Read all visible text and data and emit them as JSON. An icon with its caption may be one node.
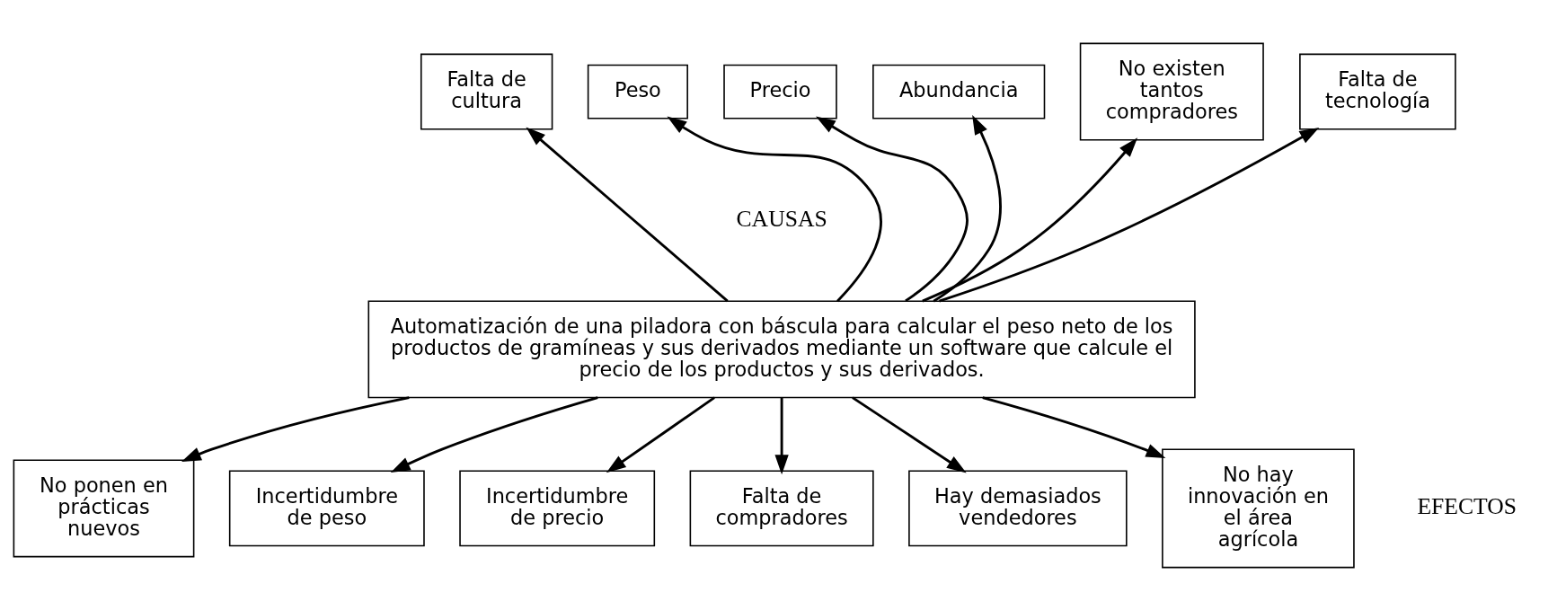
{
  "diagram": {
    "nodes": [
      {
        "text": [
          "Automatización de una piladora con báscula para calcular el peso neto de los productos de gramíneas y sus derivados mediante un software que calcule el precio de los productos y sus derivados."
        ]
      },
      {
        "text": [
          "Falta de cultura"
        ]
      },
      {
        "text": [
          "Peso"
        ]
      },
      {
        "text": [
          "Precio"
        ]
      },
      {
        "text": [
          "Abundancia"
        ]
      },
      {
        "text": [
          "No existen tantos compradores"
        ]
      },
      {
        "text": [
          "Falta de tecnología"
        ]
      },
      {
        "text": [
          "No ponen en prácticas nuevos"
        ]
      },
      {
        "text": [
          "Incertidumbre de peso"
        ]
      },
      {
        "text": [
          "Incertidumbre de precio"
        ]
      },
      {
        "text": [
          "Falta de compradores"
        ]
      },
      {
        "text": [
          "Hay demasiados vendedores"
        ]
      },
      {
        "text": [
          "No hay innovación en el área agrícola"
        ]
      }
    ],
    "edges": [
      {
        "from": 0,
        "to": 1,
        "arrow": "to"
      },
      {
        "from": 0,
        "to": 2,
        "arrow": "to"
      },
      {
        "from": 0,
        "to": 3,
        "arrow": "to"
      },
      {
        "from": 0,
        "to": 4,
        "arrow": "to"
      },
      {
        "from": 0,
        "to": 5,
        "arrow": "to"
      },
      {
        "from": 0,
        "to": 6,
        "arrow": "to"
      },
      {
        "from": 0,
        "to": 7,
        "arrow": "to"
      },
      {
        "from": 0,
        "to": 8,
        "arrow": "to"
      },
      {
        "from": 0,
        "to": 9,
        "arrow": "to"
      },
      {
        "from": 0,
        "to": 10,
        "arrow": "to"
      },
      {
        "from": 0,
        "to": 11,
        "arrow": "to"
      },
      {
        "from": 0,
        "to": 12,
        "arrow": "to"
      }
    ],
    "labels": [
      "CAUSAS",
      "EFECTOS"
    ]
  }
}
